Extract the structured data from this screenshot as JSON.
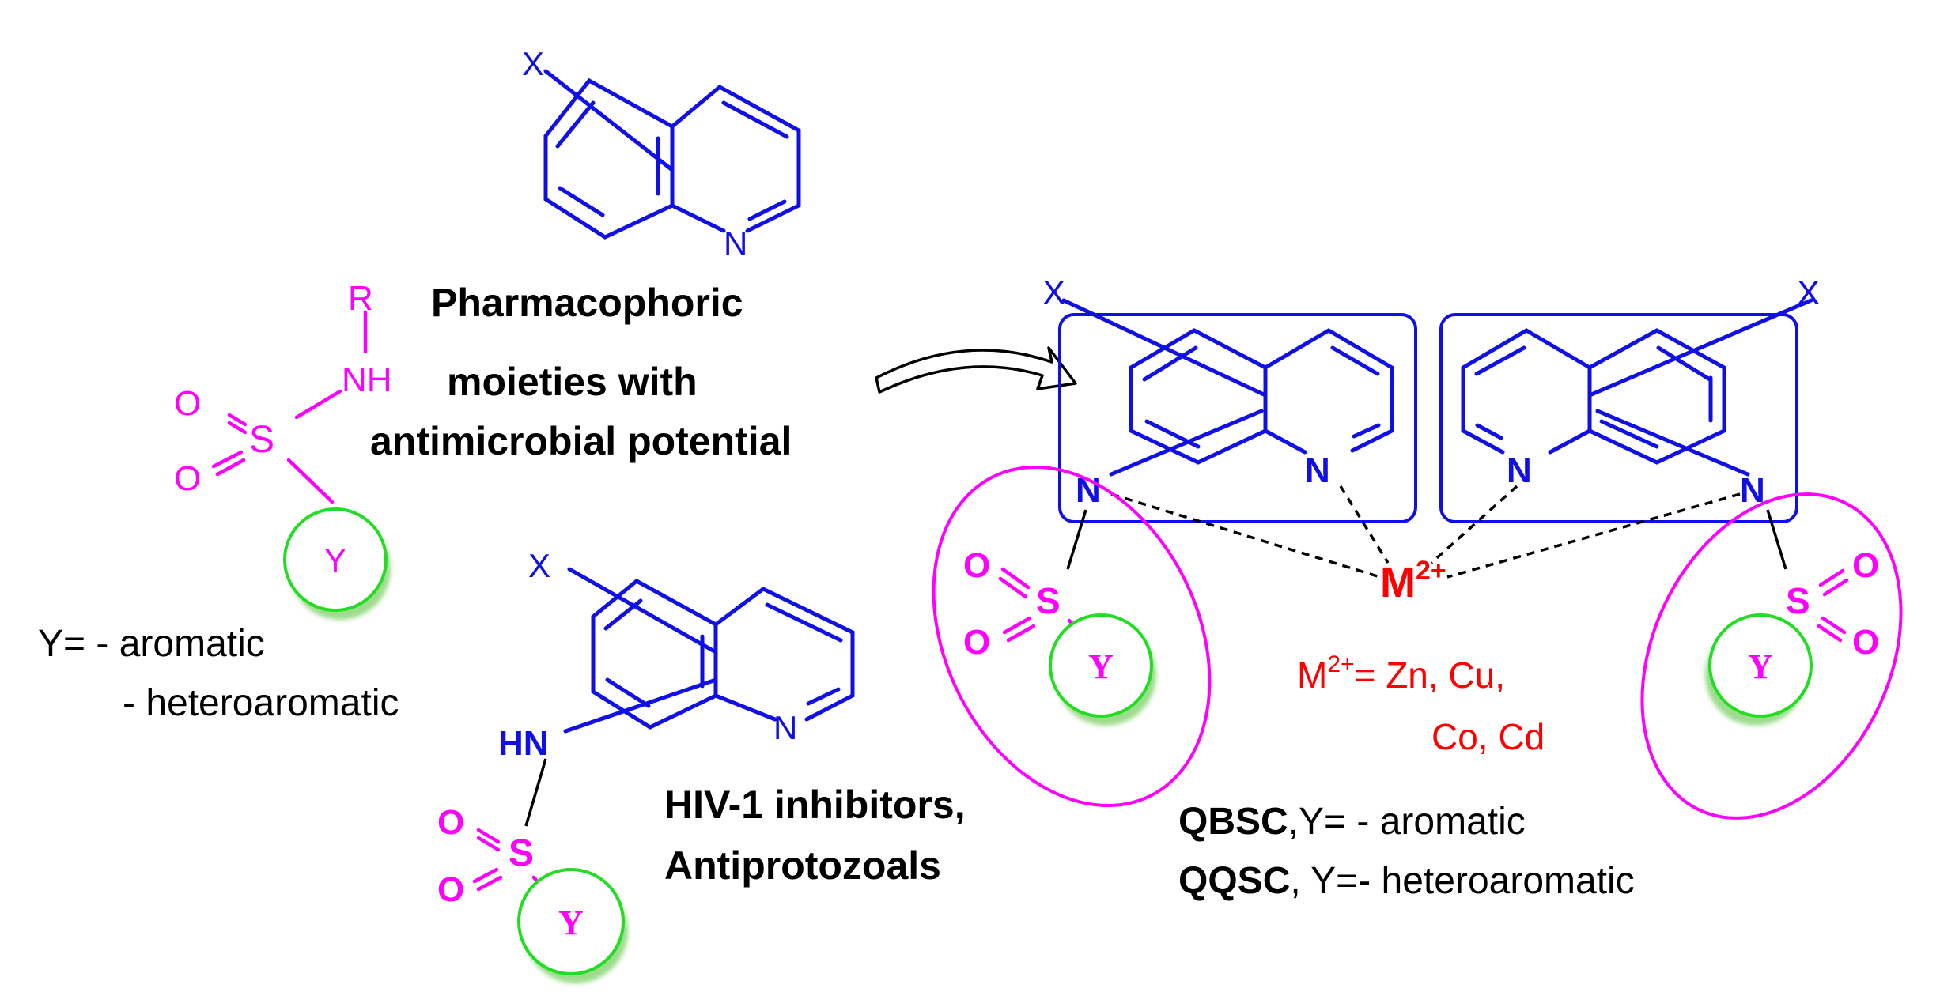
{
  "colors": {
    "quinoline": "#1010e6",
    "sulfonyl": "#ff00ff",
    "metal": "#ff0000",
    "y_ring": "#22dd22",
    "text": "#000000"
  },
  "quinoline_top": {
    "x_label": "X",
    "n_label": "N"
  },
  "center_caption": {
    "line1": "Pharmacophoric",
    "line2": "moieties with",
    "line3": "antimicrobial potential"
  },
  "sulfonamide": {
    "r_label": "R",
    "nh_label": "NH",
    "o1_label": "O",
    "o2_label": "O",
    "s_label": "S",
    "y_label": "Y"
  },
  "y_definition": {
    "line1": "Y= - aromatic",
    "line2": "- heteroaromatic"
  },
  "quinoline_sulfonamide": {
    "x_label": "X",
    "n_label": "N",
    "hn_label": "HN",
    "o1_label": "O",
    "o2_label": "O",
    "s_label": "S",
    "y_label": "Y"
  },
  "hiv_caption": {
    "line1": "HIV-1 inhibitors,",
    "line2": "Antiprotozoals"
  },
  "complex": {
    "left": {
      "x_label": "X",
      "n_ring_label": "N",
      "n_sub_label": "N",
      "o1_label": "O",
      "o2_label": "O",
      "s_label": "S",
      "y_label": "Y"
    },
    "right": {
      "x_label": "X",
      "n_ring_label": "N",
      "n_sub_label": "N",
      "o1_label": "O",
      "o2_label": "O",
      "s_label": "S",
      "y_label": "Y"
    },
    "metal_label": "M",
    "metal_charge": "2+",
    "metal_list_prefix": "M",
    "metal_list_charge": "2+",
    "metal_list_line1": "= Zn, Cu,",
    "metal_list_line2": "Co, Cd"
  },
  "legend": {
    "qbsc_code": "QBSC",
    "qbsc_text": ",Y= - aromatic",
    "qqsc_code": "QQSC",
    "qqsc_text": ", Y=- heteroaromatic"
  }
}
